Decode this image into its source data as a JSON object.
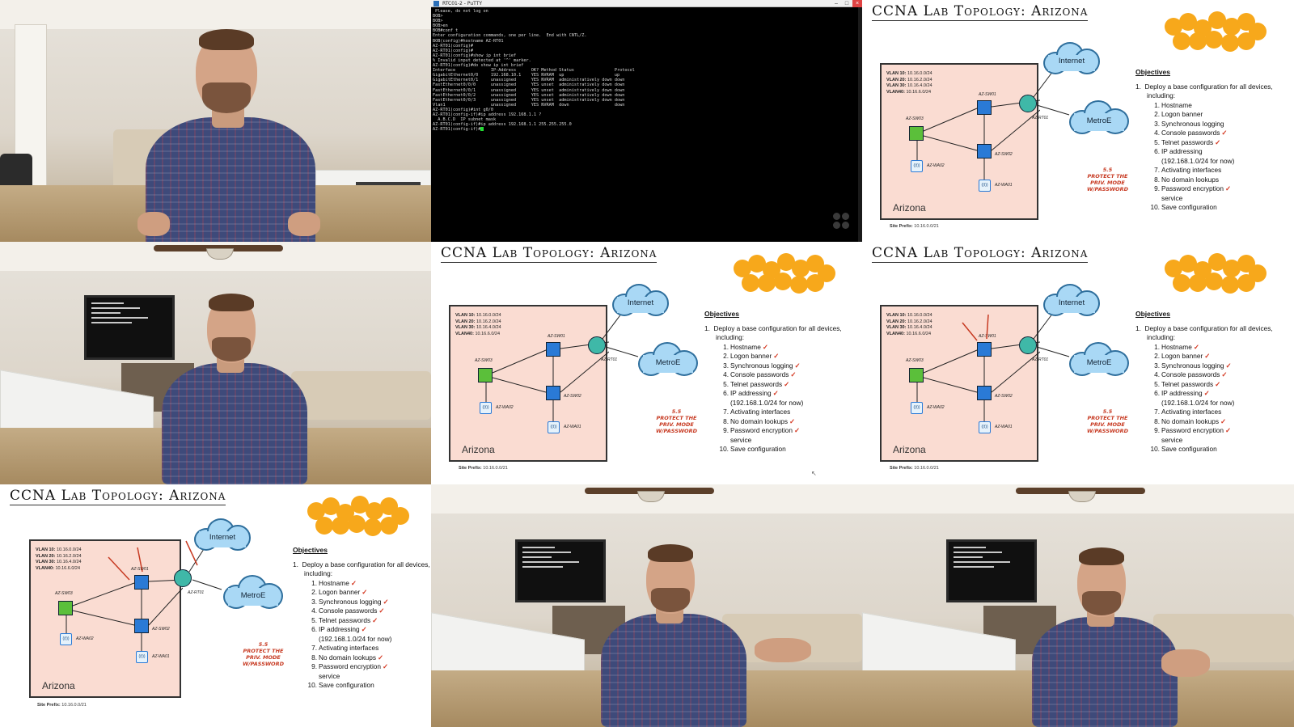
{
  "terminal": {
    "title": "RTC01-2 - PuTTY",
    "lines": [
      " Please, do not log on",
      "BOB>",
      "BOB>",
      "BOB>en",
      "BOB#conf t",
      "Enter configuration commands, one per line.  End with CNTL/Z.",
      "BOB(config)#hostname AZ-RT01",
      "AZ-RT01(config)#",
      "AZ-RT01(config)#",
      "AZ-RT01(config)#show ip int brief",
      "",
      "% Invalid input detected at '^' marker.",
      "",
      "AZ-RT01(config)#do show ip int brief",
      "Interface              IP-Address      OK? Method Status                Protocol",
      "GigabitEthernet0/0     192.168.10.1    YES NVRAM  up                    up",
      "GigabitEthernet0/1     unassigned      YES NVRAM  administratively down down",
      "FastEthernet0/0/0      unassigned      YES unset  administratively down down",
      "FastEthernet0/0/1      unassigned      YES unset  administratively down down",
      "FastEthernet0/0/2      unassigned      YES unset  administratively down down",
      "FastEthernet0/0/3      unassigned      YES unset  administratively down down",
      "Vlan1                  unassigned      YES NVRAM  down                  down",
      "AZ-RT01(config)#int g0/0",
      "AZ-RT01(config-if)#ip address 192.168.1.1 ?",
      "  A.B.C.D  IP subnet mask",
      "",
      "AZ-RT01(config-if)#ip address 192.168.1.1 255.255.255.0",
      "AZ-RT01(config-if)#"
    ]
  },
  "slide": {
    "title": "CCNA Lab Topology: Arizona",
    "vlans": [
      {
        "name": "VLAN 10:",
        "net": "10.16.0.0/24"
      },
      {
        "name": "VLAN 20:",
        "net": "10.16.2.0/24"
      },
      {
        "name": "VLAN 30:",
        "net": "10.16.4.0/24"
      },
      {
        "name": "VLAN40:",
        "net": "10.16.6.0/24"
      }
    ],
    "site_name": "Arizona",
    "site_prefix_label": "Site Prefix:",
    "site_prefix": "10.16.0.0/21",
    "cloud_internet": "Internet",
    "cloud_metro": "MetroE",
    "devices": {
      "router": "AZ-RT01",
      "sw01": "AZ-SW01",
      "sw02": "AZ-SW02",
      "l3": "AZ-SW03",
      "wap1": "AZ-WA01",
      "wap2": "AZ-WA02",
      "ap_icon": "((t))"
    },
    "objectives_heading": "Objectives",
    "objectives_intro_num": "1.",
    "objectives_intro": "Deploy a base configuration for all devices, including:",
    "items": [
      {
        "num": "1.",
        "text": "Hostname"
      },
      {
        "num": "2.",
        "text": "Logon banner"
      },
      {
        "num": "3.",
        "text": "Synchronous logging"
      },
      {
        "num": "4.",
        "text": "Console passwords"
      },
      {
        "num": "5.",
        "text": "Telnet passwords"
      },
      {
        "num": "6.",
        "text": "IP addressing",
        "sub": "(192.168.1.0/24 for now)"
      },
      {
        "num": "7.",
        "text": "Activating interfaces"
      },
      {
        "num": "8.",
        "text": "No domain lookups"
      },
      {
        "num": "9.",
        "text": "Password encryption",
        "sub": "service"
      },
      {
        "num": "10.",
        "text": "Save configuration"
      }
    ],
    "annotation_num": "5.5",
    "annotation_text": [
      "PROTECT THE",
      "PRIV. MODE",
      "W/PASSWORD"
    ],
    "check_mark": "✓"
  },
  "colors": {
    "site_fill": "#fadcd2",
    "cloud_fill": "#a9d8f5",
    "logo_orange": "#f7a81b",
    "annotation_red": "#c73a22",
    "switch_blue": "#2a7ad6",
    "router_teal": "#3fb8a8",
    "l3_green": "#5bbf3a"
  }
}
